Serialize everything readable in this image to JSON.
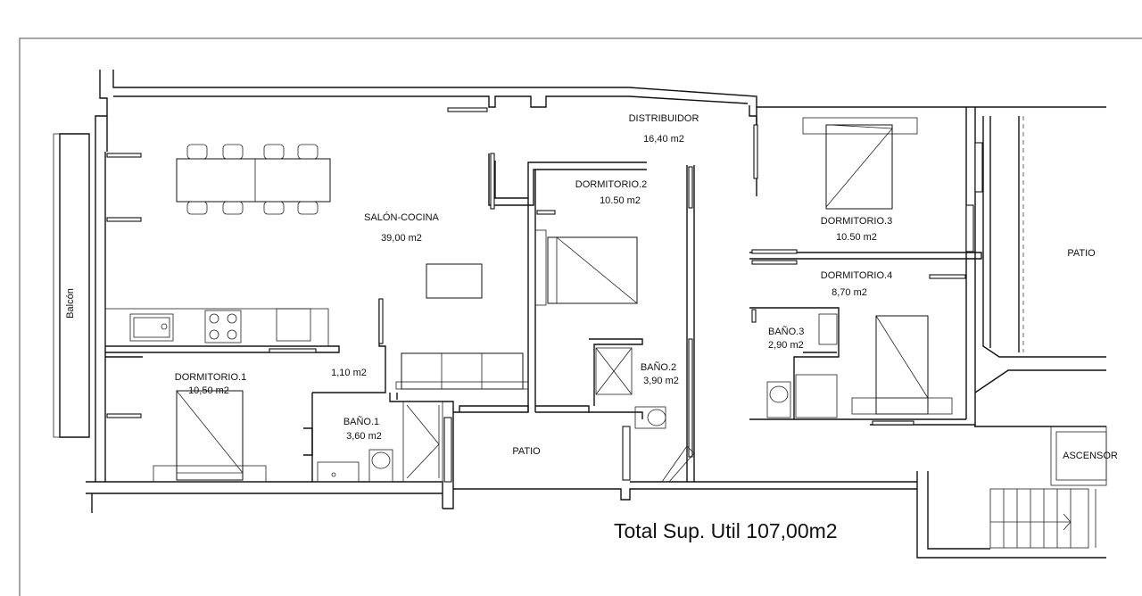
{
  "plan": {
    "rooms": {
      "distribuidor": {
        "name": "DISTRIBUIDOR",
        "area": "16,40  m2"
      },
      "salon_cocina": {
        "name": "SALÓN-COCINA",
        "area": "39,00  m2"
      },
      "dormitorio_1": {
        "name": "DORMITORIO.1",
        "area": "10,50  m2"
      },
      "dormitorio_2": {
        "name": "DORMITORIO.2",
        "area": "10.50  m2"
      },
      "dormitorio_3": {
        "name": "DORMITORIO.3",
        "area": "10.50  m2"
      },
      "dormitorio_4": {
        "name": "DORMITORIO.4",
        "area": "8,70  m2"
      },
      "bano_1": {
        "name": "BAÑO.1",
        "area": "3,60  m2"
      },
      "bano_2": {
        "name": "BAÑO.2",
        "area": "3,90  m2"
      },
      "bano_3": {
        "name": "BAÑO.3",
        "area": "2,90  m2"
      },
      "pasillo": {
        "area": "1,10  m2"
      }
    },
    "labels": {
      "balcon": "Balcón",
      "patio_center": "PATIO",
      "patio_right": "PATIO",
      "ascensor": "ASCENSOR"
    },
    "total": "Total Sup. Util  107,00m2"
  }
}
